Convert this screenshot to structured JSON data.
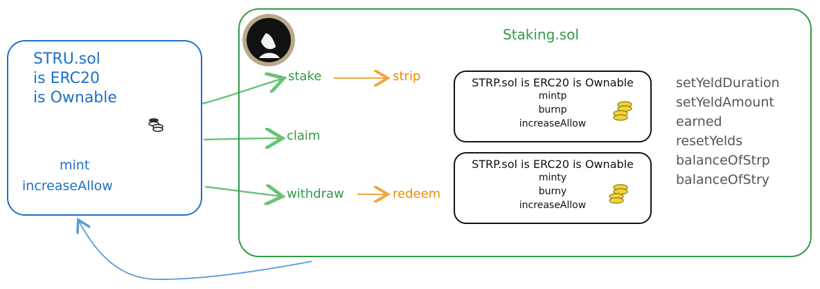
{
  "stru": {
    "lines": [
      "STRU.sol",
      "is ERC20",
      "is Ownable"
    ],
    "functions": [
      "mint",
      "increaseAllow"
    ]
  },
  "staking": {
    "title": "Staking.sol",
    "actions": {
      "stake": "stake",
      "strip": "strip",
      "claim": "claim",
      "withdraw": "withdraw",
      "redeem": "redeem"
    },
    "side_functions": [
      "setYeldDuration",
      "setYeldAmount",
      "earned",
      "resetYelds",
      "balanceOfStrp",
      "balanceOfStry"
    ]
  },
  "strp_boxes": [
    {
      "title": "STRP.sol is ERC20 is Ownable",
      "functions": [
        "mintp",
        "burnp",
        "increaseAllow"
      ]
    },
    {
      "title": "STRP.sol is ERC20 is Ownable",
      "functions": [
        "minty",
        "burny",
        "increaseAllow"
      ]
    }
  ],
  "colors": {
    "stru_blue": "#1e6fc4",
    "staking_green": "#2f9a45",
    "accent_orange": "#f08c00",
    "coin_yellow": "#f2d43a"
  }
}
